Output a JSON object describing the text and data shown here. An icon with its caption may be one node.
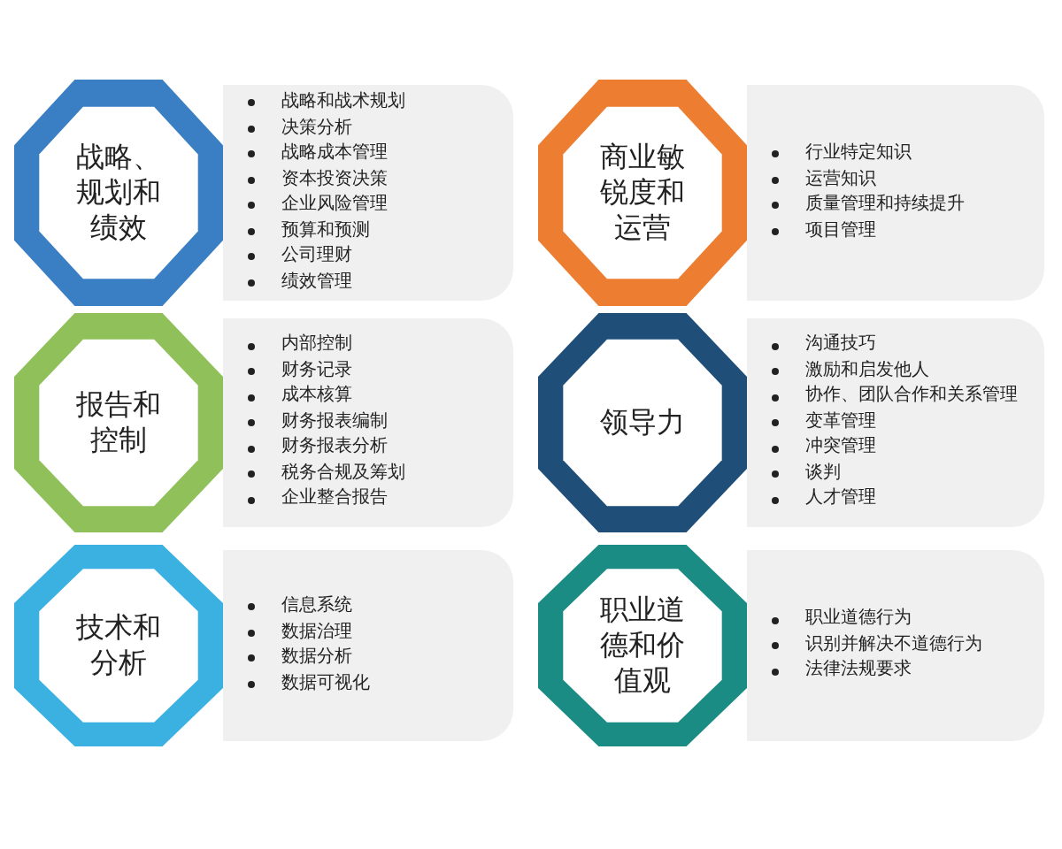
{
  "diagram": {
    "nodes": [
      {
        "text": [
          "战略、规划和绩效"
        ]
      },
      {
        "text": [
          "战略和战术规划",
          "决策分析",
          "战略成本管理",
          "资本投资决策",
          "企业风险管理",
          "预算和预测",
          "公司理财",
          "绩效管理"
        ]
      },
      {
        "text": [
          "商业敏锐度和运营"
        ]
      },
      {
        "text": [
          "行业特定知识",
          "运营知识",
          "质量管理和持续提升",
          "项目管理"
        ]
      },
      {
        "text": [
          "报告和控制"
        ]
      },
      {
        "text": [
          "内部控制",
          "财务记录",
          "成本核算",
          "财务报表编制",
          "财务报表分析",
          "税务合规及筹划",
          "企业整合报告"
        ]
      },
      {
        "text": [
          "领导力"
        ]
      },
      {
        "text": [
          "沟通技巧",
          "激励和启发他人",
          "协作、团队合作和关系管理",
          "变革管理",
          "冲突管理",
          "谈判",
          "人才管理"
        ]
      },
      {
        "text": [
          "技术和分析"
        ]
      },
      {
        "text": [
          "信息系统",
          "数据治理",
          "数据分析",
          "数据可视化"
        ]
      },
      {
        "text": [
          "职业道德和价值观"
        ]
      },
      {
        "text": [
          "职业道德行为",
          "识别并解决不道德行为",
          "法律法规要求"
        ]
      }
    ]
  }
}
